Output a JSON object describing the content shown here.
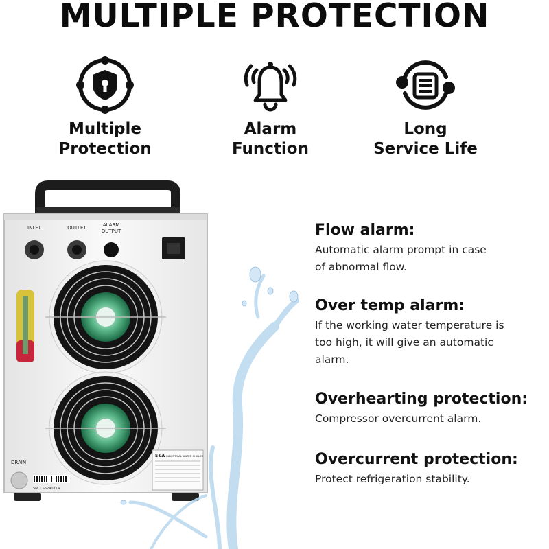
{
  "headline": "MULTIPLE PROTECTION",
  "features": [
    {
      "icon": "shield-lock-icon",
      "line1": "Multiple",
      "line2": "Protection"
    },
    {
      "icon": "alarm-bell-icon",
      "line1": "Alarm",
      "line2": "Function"
    },
    {
      "icon": "service-life-icon",
      "line1": "Long",
      "line2": "Service Life"
    }
  ],
  "machine": {
    "inlet": "INLET",
    "outlet": "OUTLET",
    "alarm_output_1": "ALARM",
    "alarm_output_2": "OUTPUT",
    "drain": "DRAIN",
    "brand": "S&A",
    "nameplate": "INDUSTRIAL WATER CHILLER",
    "serial": "SN: CS5240714"
  },
  "descriptions": [
    {
      "title": "Flow alarm:",
      "lines": [
        "Automatic alarm prompt in case",
        "of abnormal flow."
      ]
    },
    {
      "title": "Over temp alarm:",
      "lines": [
        "If the working water temperature is",
        "too high, it will give an automatic",
        "alarm."
      ]
    },
    {
      "title": "Overhearting protection:",
      "lines": [
        "Compressor overcurrent alarm."
      ]
    },
    {
      "title": "Overcurrent protection:",
      "lines": [
        "Protect refrigeration stability."
      ]
    }
  ],
  "colors": {
    "accent": "#111111",
    "machine_body": "#f4f4f4",
    "fan_green": "#2e9e6a",
    "water": "#bcd9ef"
  }
}
